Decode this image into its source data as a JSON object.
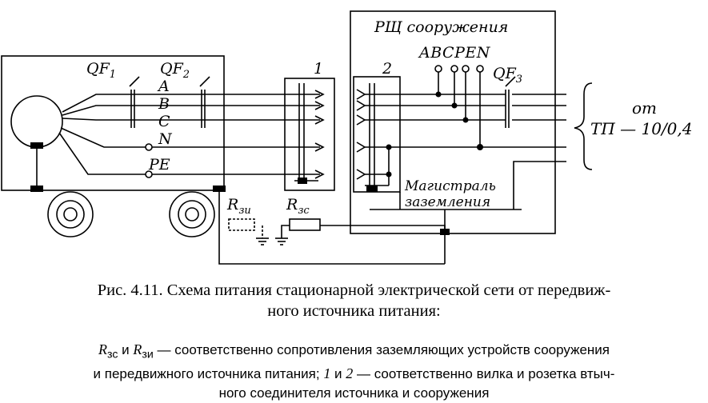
{
  "diagram": {
    "labels": {
      "qf1": "QF",
      "qf1_sub": "1",
      "qf2": "QF",
      "qf2_sub": "2",
      "qf3": "QF",
      "qf3_sub": "3",
      "phase_a": "A",
      "phase_b": "B",
      "phase_c": "C",
      "neutral": "N",
      "pe": "PE",
      "plug_num": "1",
      "socket_num": "2",
      "board_title": "РЩ сооружения",
      "board_buses": "ABCPEN",
      "r_mobile": "R",
      "r_mobile_sub": "зи",
      "r_structure": "R",
      "r_structure_sub": "зс",
      "ground_main_1": "Магистраль",
      "ground_main_2": "заземления",
      "from_1": "от",
      "from_2": "ТП — 10/0,4"
    }
  },
  "caption": {
    "line1": "Рис. 4.11. Схема питания стационарной электрической сети от передвиж-",
    "line2": "ного источника питания:"
  },
  "note": {
    "r_zs": "R",
    "r_zs_sub": "зс",
    "and1": " и ",
    "r_zi": "R",
    "r_zi_sub": "зи",
    "text1": " — соответственно сопротивления заземляющих устройств сооружения",
    "text2a": "и передвижного источника питания; ",
    "n1": "1",
    "and2": " и ",
    "n2": "2",
    "text2b": " — соответственно вилка и розетка втыч-",
    "text3": "ного соединителя источника и сооружения"
  }
}
